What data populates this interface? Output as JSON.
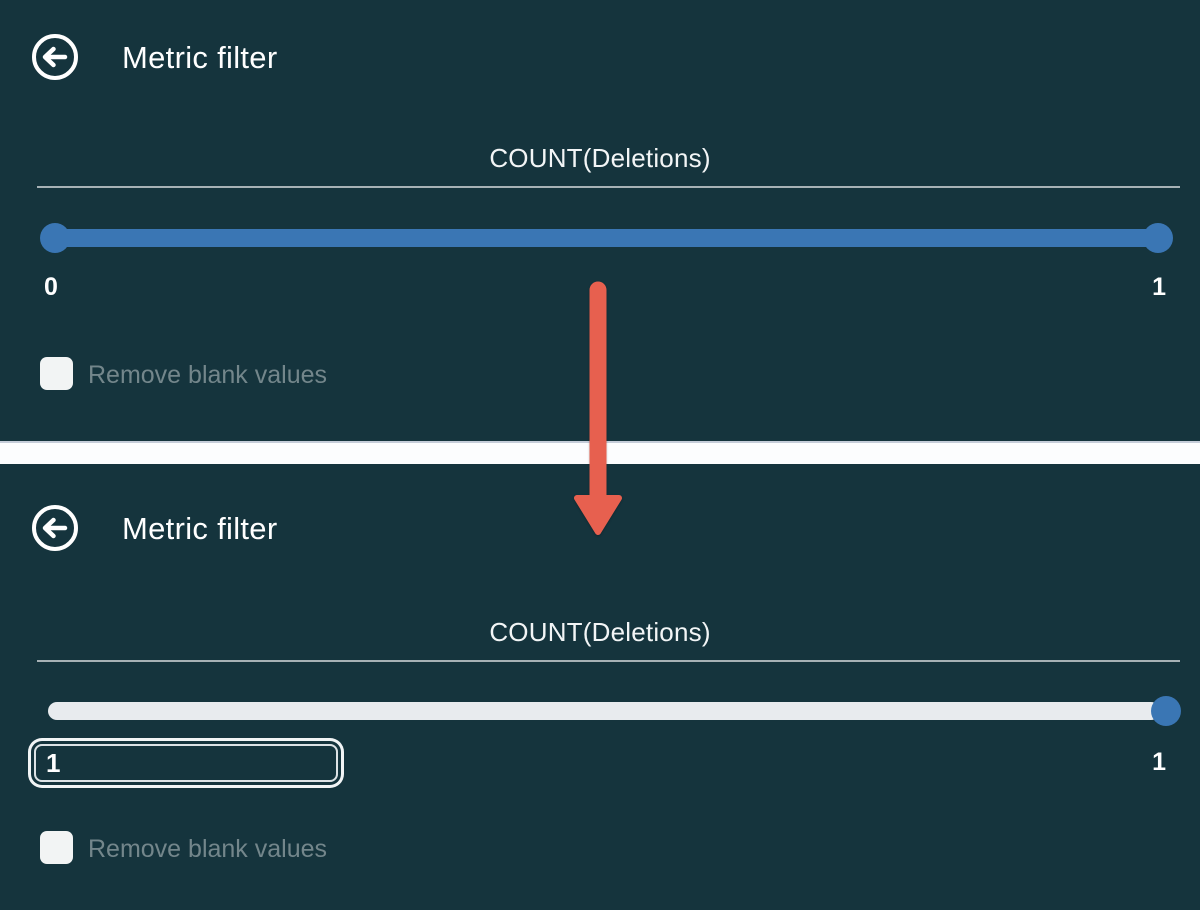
{
  "panels": [
    {
      "title": "Metric filter",
      "back_icon": "arrow-left-circle",
      "metric_label": "COUNT(Deletions)",
      "slider": {
        "type": "range",
        "left_label": "0",
        "right_label": "1",
        "track_color": "#3a76b4",
        "handle_color": "#3a76b4"
      },
      "remove_blank_label": "Remove blank values",
      "checkbox_checked": false
    },
    {
      "title": "Metric filter",
      "back_icon": "arrow-left-circle",
      "metric_label": "COUNT(Deletions)",
      "slider": {
        "type": "single",
        "right_label": "1",
        "track_color": "#e8ebee",
        "handle_color": "#3a76b4"
      },
      "min_input": {
        "value": "1"
      },
      "remove_blank_label": "Remove blank values",
      "checkbox_checked": false
    }
  ],
  "annotation": {
    "type": "arrow-down",
    "color": "#e7604f"
  },
  "colors": {
    "background": "#15343d",
    "accent_blue": "#3a76b4",
    "light_track": "#e8ebee",
    "arrow_red": "#e7604f",
    "muted_text": "#73868b",
    "divider_band": "#fcfdfe"
  }
}
